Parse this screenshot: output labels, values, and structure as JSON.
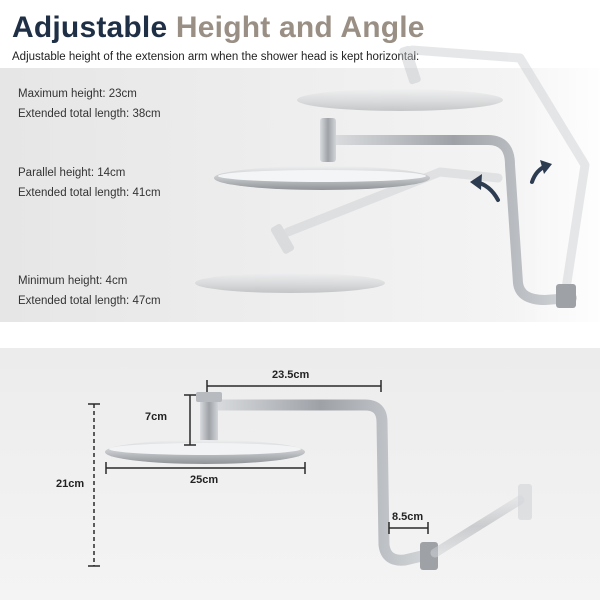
{
  "title": {
    "part1": "Adjustable",
    "part2": "Height and Angle"
  },
  "subtitle": "Adjustable height of the extension arm when the shower head is kept horizontal:",
  "positions": [
    {
      "height": "Maximum height: 23cm",
      "length": "Extended total length: 38cm"
    },
    {
      "height": "Parallel height: 14cm",
      "length": "Extended total length: 41cm"
    },
    {
      "height": "Minimum height: 4cm",
      "length": "Extended total length: 47cm"
    }
  ],
  "dimensions": {
    "arm_length": "23.5cm",
    "connector_height": "7cm",
    "head_diameter": "25cm",
    "total_height": "21cm",
    "offset": "8.5cm"
  },
  "colors": {
    "title_dark": "#1f2f45",
    "title_light": "#9a8f84",
    "metal": "#b9bcc0"
  }
}
